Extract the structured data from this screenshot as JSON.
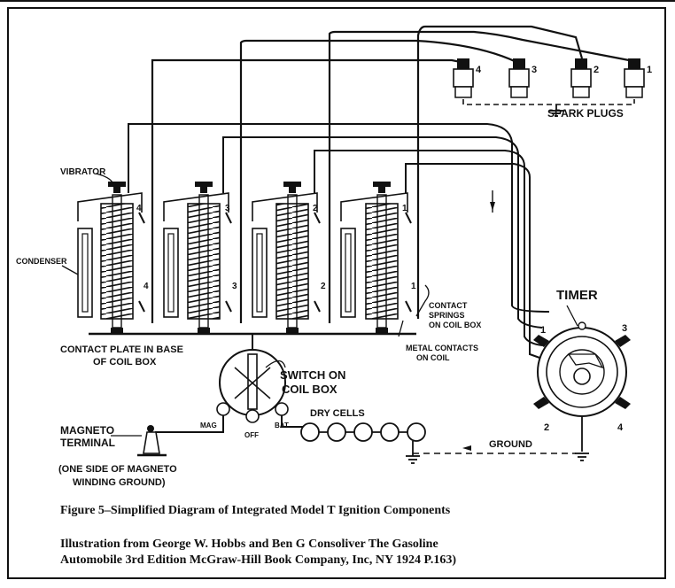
{
  "labels": {
    "spark_plugs": "SPARK  PLUGS",
    "plug_1": "1",
    "plug_2": "2",
    "plug_3": "3",
    "plug_4": "4",
    "vibrator": "VIBRATOR",
    "condenser": "CONDENSER",
    "timer": "TIMER",
    "contact_springs_1": "CONTACT",
    "contact_springs_2": "SPRINGS",
    "contact_springs_3": "ON COIL BOX",
    "metal_contacts_1": "METAL CONTACTS",
    "metal_contacts_2": "ON COIL",
    "contact_plate_1": "CONTACT PLATE IN BASE",
    "contact_plate_2": "OF COIL BOX",
    "switch_1": "SWITCH ON",
    "switch_2": "COIL BOX",
    "mag": "MAG",
    "off": "OFF",
    "bat": "BAT",
    "dry_cells": "DRY CELLS",
    "magneto_1": "MAGNETO",
    "magneto_2": "TERMINAL",
    "magneto_note_1": "(ONE SIDE OF MAGNETO",
    "magneto_note_2": "WINDING GROUND)",
    "ground": "GROUND",
    "coil_1": "1",
    "coil_2": "2",
    "coil_3": "3",
    "coil_4": "4",
    "timer_1": "1",
    "timer_2": "2",
    "timer_3": "3",
    "timer_4": "4"
  },
  "caption": {
    "figure": "Figure 5–Simplified Diagram of Integrated Model T Ignition Components",
    "credit_1": "Illustration from George W. Hobbs and Ben G Consoliver The Gasoline",
    "credit_2": "Automobile 3rd Edition McGraw-Hill Book Company, Inc, NY 1924 P.163)"
  }
}
